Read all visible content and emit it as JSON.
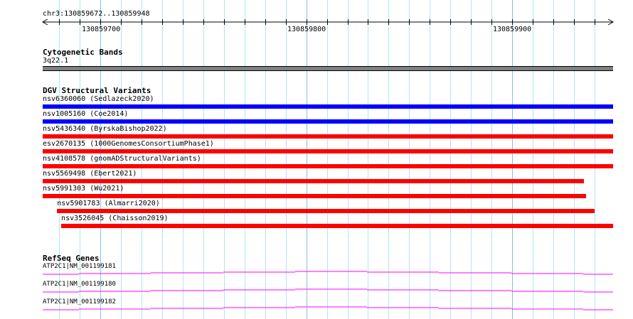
{
  "ruler": {
    "location": "chr3:130859672..130859948",
    "start": 130859672,
    "end": 130859949,
    "major_labels": [
      "130859700",
      "130859800",
      "130859900"
    ]
  },
  "cytoband": {
    "title": "Cytogenetic Bands",
    "label": "3q22.1",
    "color": "#808080"
  },
  "dgv": {
    "title": "DGV Structural Variants",
    "variants": [
      {
        "label": "nsv6360060 (Sedlazeck2020)",
        "color": "#0000ff",
        "start": 130859672,
        "end": 130859949
      },
      {
        "label": "nsv1005160 (Coe2014)",
        "color": "#0000ff",
        "start": 130859672,
        "end": 130859949
      },
      {
        "label": "nsv5436340 (ByrskaBishop2022)",
        "color": "#ff0000",
        "start": 130859672,
        "end": 130859949
      },
      {
        "label": "esv2670135 (1000GenomesConsortiumPhase1)",
        "color": "#ff0000",
        "start": 130859672,
        "end": 130859949
      },
      {
        "label": "nsv4108578 (gnomADStructuralVariants)",
        "color": "#ff0000",
        "start": 130859672,
        "end": 130859949
      },
      {
        "label": "nsv5569498 (Ebert2021)",
        "color": "#ff0000",
        "start": 130859672,
        "end": 130859935
      },
      {
        "label": "nsv5991303 (Wu2021)",
        "color": "#ff0000",
        "start": 130859672,
        "end": 130859936
      },
      {
        "label": "nsv5901783 (Almarri2020)",
        "color": "#ff0000",
        "start": 130859679,
        "end": 130859940
      },
      {
        "label": "nsv3526045 (Chaisson2019)",
        "color": "#ff0000",
        "start": 130859681,
        "end": 130859949
      }
    ]
  },
  "refseq": {
    "title": "RefSeq Genes",
    "color": "#ff00ff",
    "genes": [
      {
        "label": "ATP2C1|NM_001199181"
      },
      {
        "label": "ATP2C1|NM_001199180"
      },
      {
        "label": "ATP2C1|NM_001199182"
      }
    ]
  }
}
